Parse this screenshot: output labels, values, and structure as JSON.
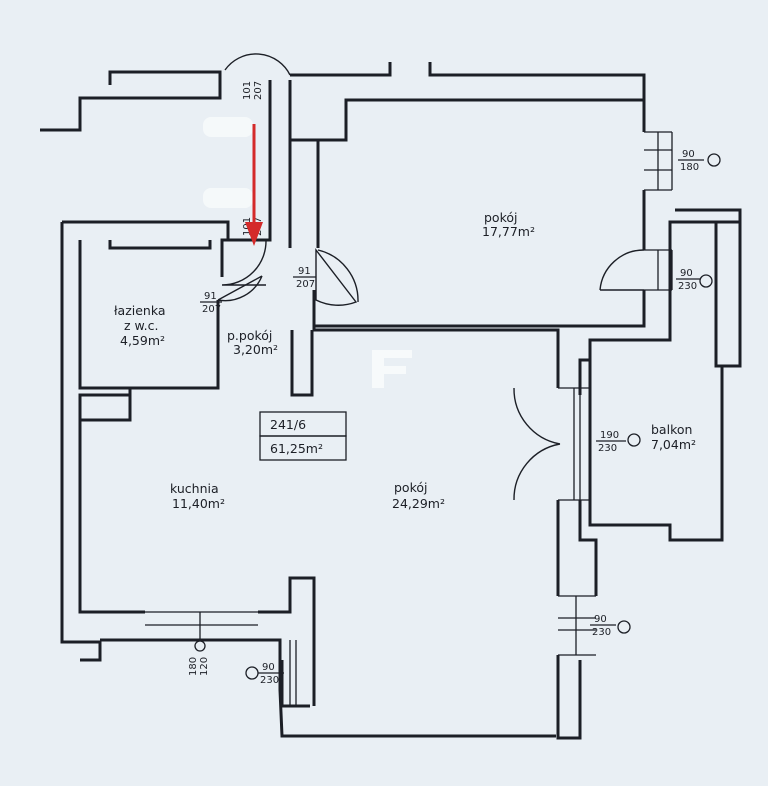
{
  "rooms": {
    "lazienka": {
      "name": "łazienka",
      "subname": "z w.c.",
      "area": "4,59m²"
    },
    "przedpokoj": {
      "name": "p.pokój",
      "area": "3,20m²"
    },
    "pokoj_upper": {
      "name": "pokój",
      "area": "17,77m²"
    },
    "pokoj_lower": {
      "name": "pokój",
      "area": "24,29m²"
    },
    "kuchnia": {
      "name": "kuchnia",
      "area": "11,40m²"
    },
    "balkon": {
      "name": "balkon",
      "area": "7,04m²"
    }
  },
  "summary_box": {
    "unit": "241/6",
    "total": "61,25m²"
  },
  "dimensions": {
    "entrance_top": {
      "w": "101",
      "h": "207"
    },
    "entrance_door": {
      "w": "101",
      "h": "207"
    },
    "door_91_room": {
      "w": "91",
      "h": "207"
    },
    "door_91_bath": {
      "w": "91",
      "h": "207"
    },
    "win_upper_right": {
      "w": "90",
      "h": "180"
    },
    "balcony_door_upper": {
      "w": "90",
      "h": "230"
    },
    "balcony_door_lower": {
      "w": "190",
      "h": "230"
    },
    "win_lower_right": {
      "w": "90",
      "h": "230"
    },
    "win_kitchen": {
      "w": "180",
      "h": "120"
    },
    "win_bottom": {
      "w": "90",
      "h": "230"
    }
  },
  "colors": {
    "walls": "#1c1f26",
    "paper": "#e9eff4",
    "arrow": "#d42a2a",
    "blur": "#f6f9fb"
  }
}
